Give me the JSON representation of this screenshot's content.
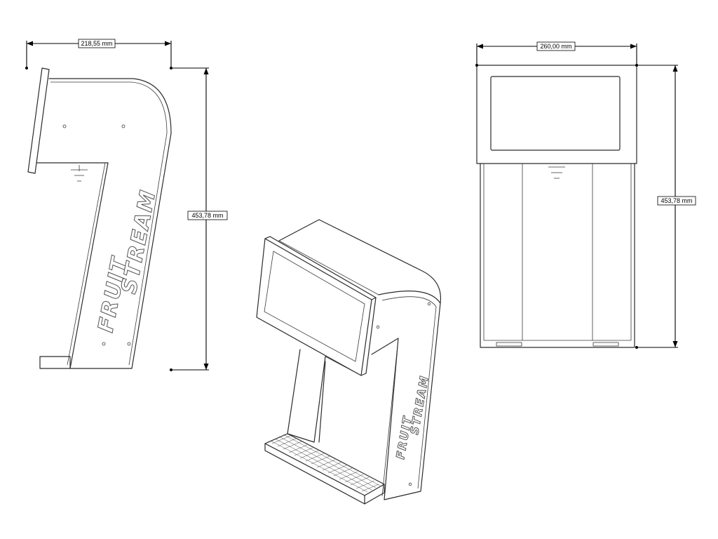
{
  "dimensions": {
    "side_depth": "218,55 mm",
    "side_height": "453,78 mm",
    "front_width": "260,00 mm",
    "front_height": "453,78 mm"
  },
  "branding": {
    "line1": "FRUIT",
    "line2": "STREAM"
  }
}
